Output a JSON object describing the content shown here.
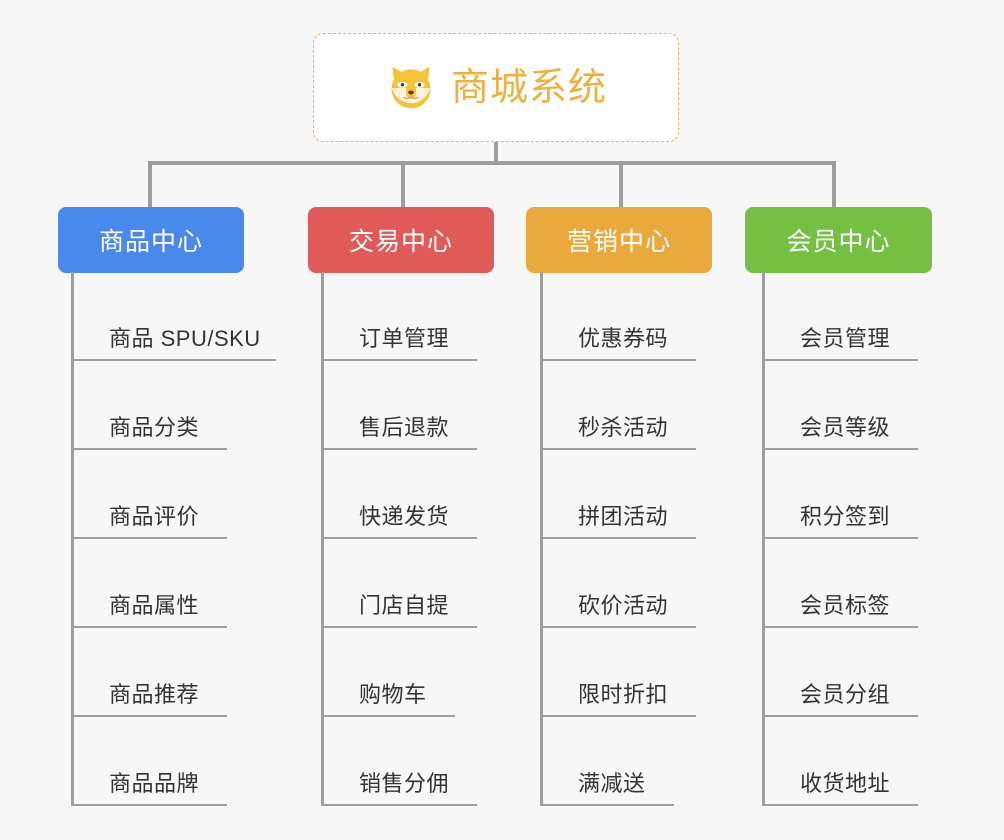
{
  "root": {
    "title": "商城系统",
    "icon": "shiba-dog-face-emoji",
    "border_color": "#e8b45a",
    "text_color": "#f0b040",
    "background": "#ffffff"
  },
  "canvas": {
    "background": "#f7f7f7",
    "connector_color": "#9e9e9e"
  },
  "columns": [
    {
      "label": "商品中心",
      "color": "#4a89ec",
      "items": [
        "商品 SPU/SKU",
        "商品分类",
        "商品评价",
        "商品属性",
        "商品推荐",
        "商品品牌"
      ]
    },
    {
      "label": "交易中心",
      "color": "#e05a57",
      "items": [
        "订单管理",
        "售后退款",
        "快递发货",
        "门店自提",
        "购物车",
        "销售分佣"
      ]
    },
    {
      "label": "营销中心",
      "color": "#eaa93c",
      "items": [
        "优惠券码",
        "秒杀活动",
        "拼团活动",
        "砍价活动",
        "限时折扣",
        "满减送"
      ]
    },
    {
      "label": "会员中心",
      "color": "#75c043",
      "items": [
        "会员管理",
        "会员等级",
        "积分签到",
        "会员标签",
        "会员分组",
        "收货地址"
      ]
    }
  ]
}
